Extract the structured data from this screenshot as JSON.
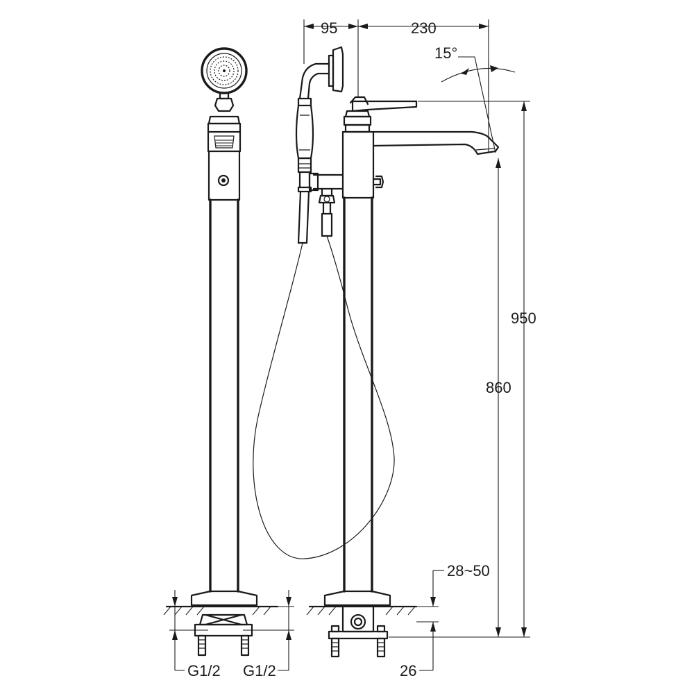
{
  "dimensions": {
    "spout_offset_handshower": "95",
    "spout_reach": "230",
    "spout_angle": "15°",
    "total_height": "950",
    "spout_height": "860",
    "floor_thickness": "28~50",
    "connection_height": "26",
    "inlet_left": "G1/2",
    "inlet_right": "G1/2"
  },
  "icons": {
    "hand_shower": "hand-shower-icon",
    "hose": "flexible-hose",
    "lever": "lever-handle"
  }
}
